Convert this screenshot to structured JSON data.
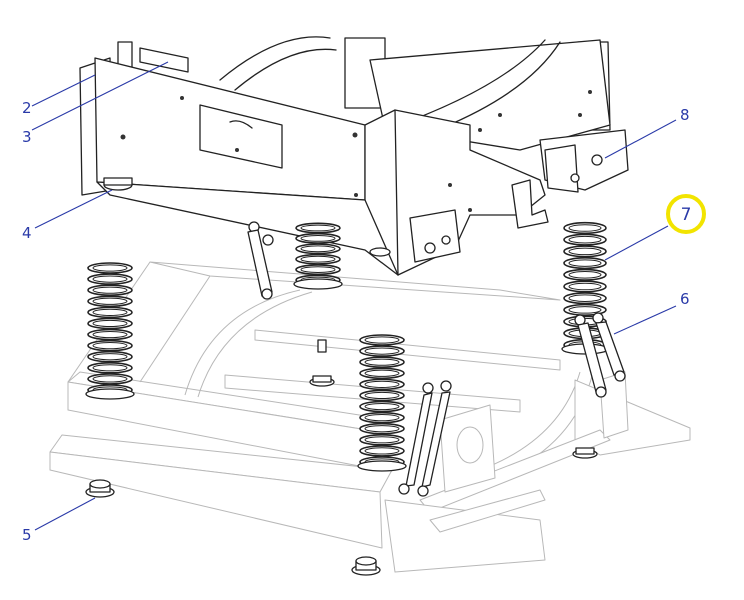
{
  "diagram": {
    "callouts": [
      {
        "id": "2",
        "label": "2",
        "highlighted": false
      },
      {
        "id": "3",
        "label": "3",
        "highlighted": false
      },
      {
        "id": "4",
        "label": "4",
        "highlighted": false
      },
      {
        "id": "5",
        "label": "5",
        "highlighted": false
      },
      {
        "id": "6",
        "label": "6",
        "highlighted": false
      },
      {
        "id": "7",
        "label": "7",
        "highlighted": true
      },
      {
        "id": "8",
        "label": "8",
        "highlighted": false
      }
    ],
    "colors": {
      "callout_text": "#2a3aa8",
      "highlight_ring": "#f2e400",
      "line_art": "#222222",
      "ghost_frame": "#b8b8b8"
    }
  }
}
